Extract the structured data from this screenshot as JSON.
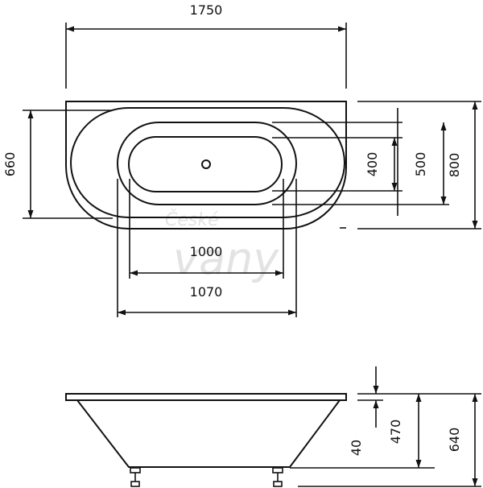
{
  "watermark": {
    "line1": "České",
    "line2": "vany"
  },
  "top_view": {
    "dims": {
      "total_length": "1750",
      "width_660": "660",
      "depth_400": "400",
      "depth_500": "500",
      "depth_800": "800",
      "inner_1000": "1000",
      "inner_1070": "1070"
    }
  },
  "side_view": {
    "dims": {
      "height_470": "470",
      "height_640": "640",
      "foot_40": "40"
    }
  }
}
